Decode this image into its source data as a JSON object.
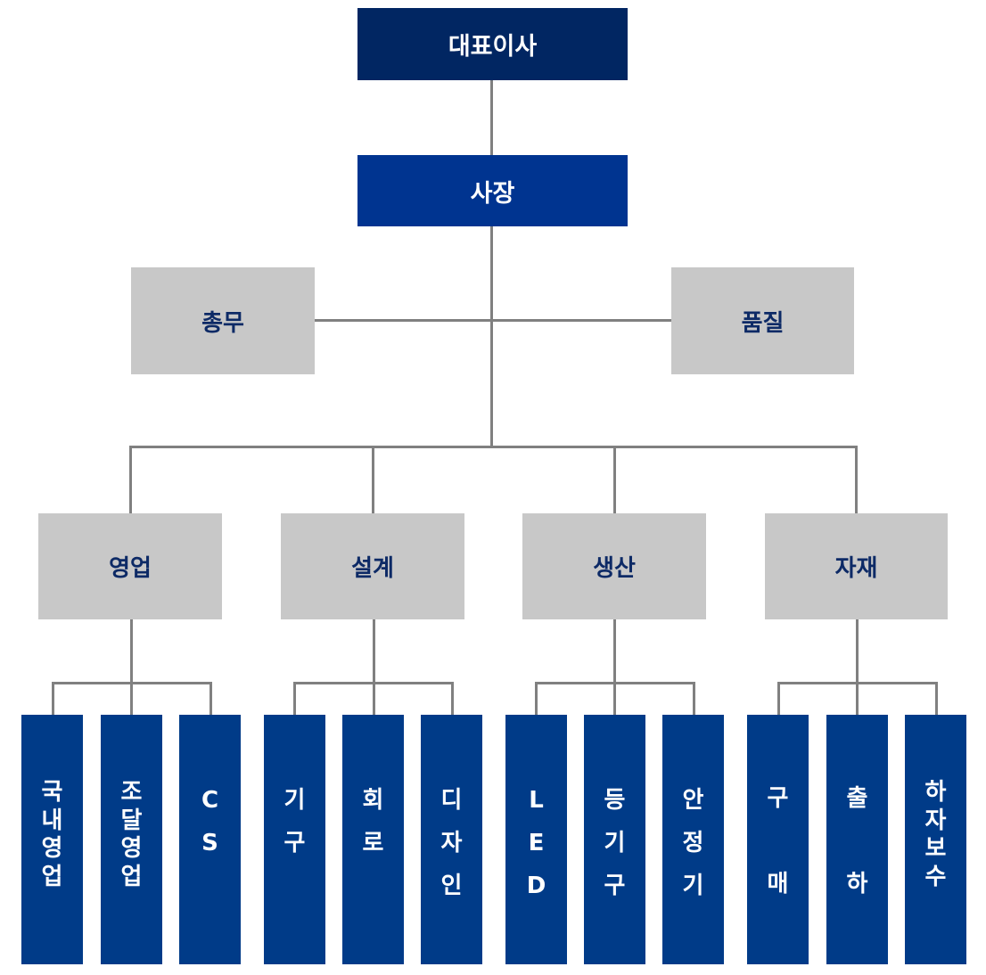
{
  "ceo": "대표이사",
  "president": "사장",
  "staff": {
    "left": "총무",
    "right": "품질"
  },
  "departments": [
    {
      "name": "영업",
      "teams": [
        [
          "국",
          "내",
          "영",
          "업"
        ],
        [
          "조",
          "달",
          "영",
          "업"
        ],
        [
          "C",
          "S"
        ]
      ]
    },
    {
      "name": "설계",
      "teams": [
        [
          "기",
          "구"
        ],
        [
          "회",
          "로"
        ],
        [
          "디",
          "자",
          "인"
        ]
      ]
    },
    {
      "name": "생산",
      "teams": [
        [
          "L",
          "E",
          "D"
        ],
        [
          "등",
          "기",
          "구"
        ],
        [
          "안",
          "정",
          "기"
        ]
      ]
    },
    {
      "name": "자재",
      "teams": [
        [
          "구",
          "매"
        ],
        [
          "출",
          "하"
        ],
        [
          "하",
          "자",
          "보",
          "수"
        ]
      ]
    }
  ],
  "colors": {
    "top": "#012662",
    "mid": "#003490",
    "gray": "#c8c8c8",
    "leaf": "#003b88",
    "line": "#808080"
  }
}
